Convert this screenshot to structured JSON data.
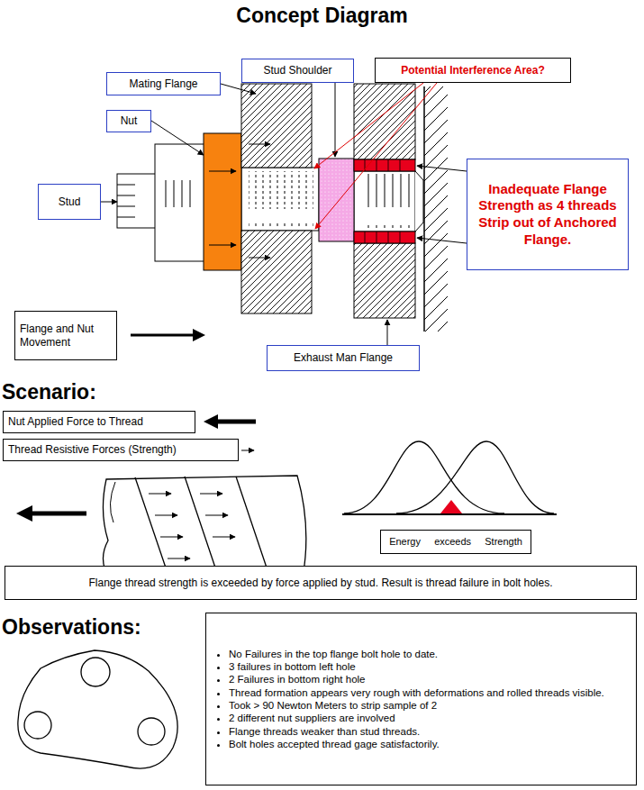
{
  "diagram": {
    "title": "Concept Diagram",
    "nodes": [
      {
        "text": [
          "Mating Flange"
        ]
      },
      {
        "text": [
          "Stud Shoulder"
        ]
      },
      {
        "text": [
          "Potential Interference Area?"
        ]
      },
      {
        "text": [
          "Nut"
        ]
      },
      {
        "text": [
          "Stud"
        ]
      },
      {
        "text": [
          "Inadequate Flange Strength as 4 threads Strip out of Anchored Flange."
        ]
      },
      {
        "text": [
          "Flange and Nut Movement"
        ]
      },
      {
        "text": [
          "Exhaust Man Flange"
        ]
      },
      {
        "text": [
          "Nut Applied Force to Thread"
        ]
      },
      {
        "text": [
          "Thread Resistive Forces (Strength)"
        ]
      },
      {
        "text": [
          "Energy exceeds Strength"
        ]
      },
      {
        "text": [
          "Flange thread strength is exceeded by force applied by stud. Result is thread failure in bolt holes."
        ]
      },
      {
        "text": [
          "No Failures in the top flange bolt hole to date.",
          "3 failures in bottom left hole",
          "2 Failures in bottom right hole",
          "Thread formation appears very rough with deformations and rolled threads visible.",
          "Took > 90 Newton Meters to strip sample of 2",
          "2 different nut suppliers are involved",
          "Flange threads weaker than stud threads.",
          "Bolt holes accepted thread gage satisfactorily."
        ]
      }
    ],
    "labels": [
      "Scenario:",
      "Observations:"
    ]
  }
}
